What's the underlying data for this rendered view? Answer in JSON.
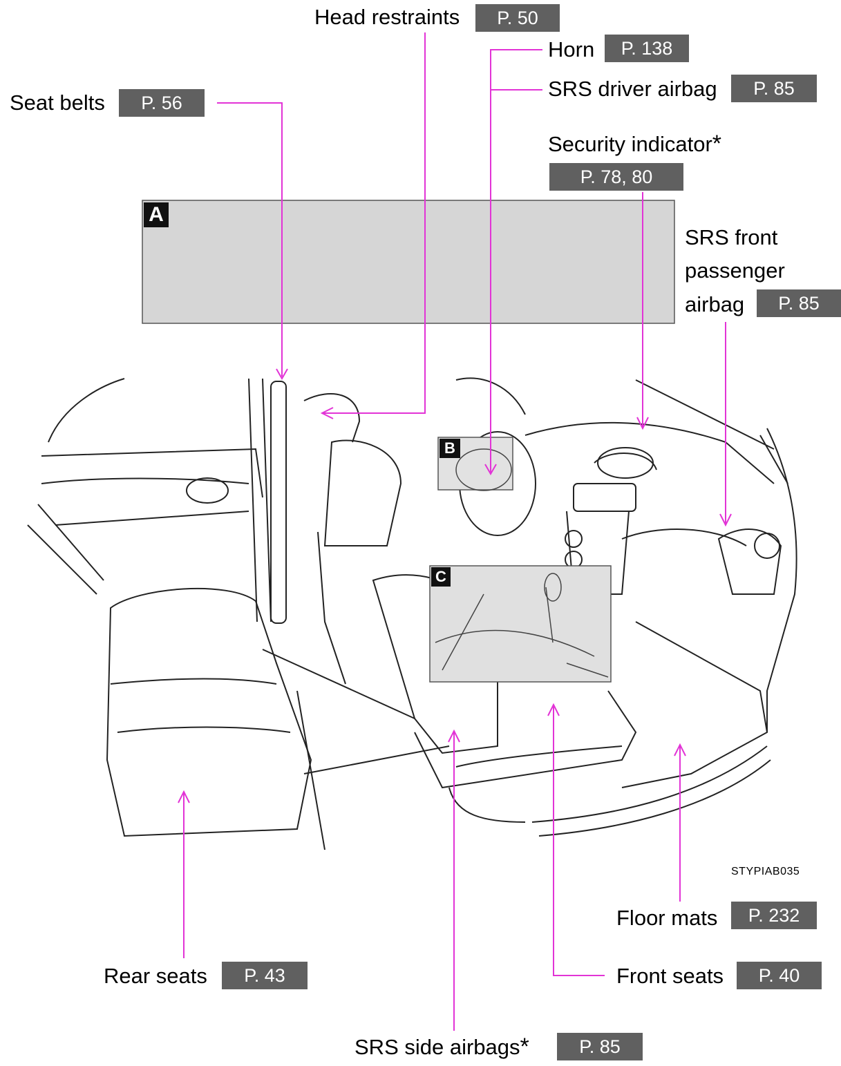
{
  "callouts": {
    "head_restraints": {
      "label": "Head restraints",
      "page": "P. 50"
    },
    "horn": {
      "label": "Horn",
      "page": "P. 138"
    },
    "srs_driver_airbag": {
      "label": "SRS driver airbag",
      "page": "P. 85"
    },
    "seat_belts": {
      "label": "Seat belts",
      "page": "P. 56"
    },
    "security_indicator": {
      "label": "Security indicator",
      "star": "*",
      "page": "P. 78, 80"
    },
    "srs_front_passenger_airbag": {
      "line1": "SRS front",
      "line2": "passenger",
      "line3": "airbag",
      "page": "P. 85"
    },
    "floor_mats": {
      "label": "Floor mats",
      "page": "P. 232"
    },
    "rear_seats": {
      "label": "Rear seats",
      "page": "P. 43"
    },
    "front_seats": {
      "label": "Front seats",
      "page": "P. 40"
    },
    "srs_side_airbags": {
      "label": "SRS side airbags",
      "star": "*",
      "page": "P. 85"
    }
  },
  "panels": {
    "a": "A",
    "b": "B",
    "c": "C"
  },
  "image_code": "STYPIAB035",
  "colors": {
    "leader": "#e233d6",
    "page_box": "#606060",
    "panel_a": "#d6d6d6"
  }
}
